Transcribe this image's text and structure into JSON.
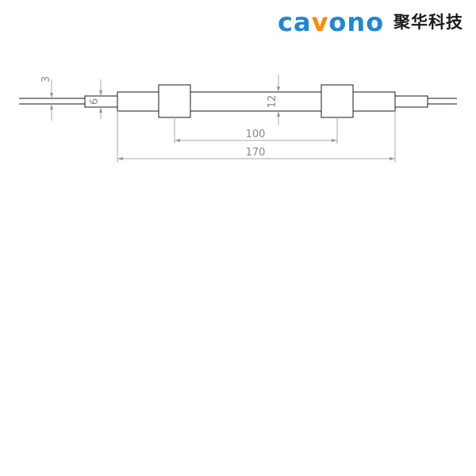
{
  "brand": {
    "name_parts": [
      "ca",
      "v",
      "ono"
    ],
    "name_full": "cavono",
    "name_cn": "聚华科技",
    "primary_color": "#1e88d6",
    "accent_color": "#ff8a00"
  },
  "dimensions": {
    "wire_diameter": "3",
    "cap_diameter": "6",
    "tube_diameter": "12",
    "clip_spacing": "100",
    "overall_length": "170"
  },
  "colors": {
    "outline": "#1a1a1a",
    "dimension_line": "#a8a8a8",
    "dimension_text": "#8a8a8a"
  }
}
